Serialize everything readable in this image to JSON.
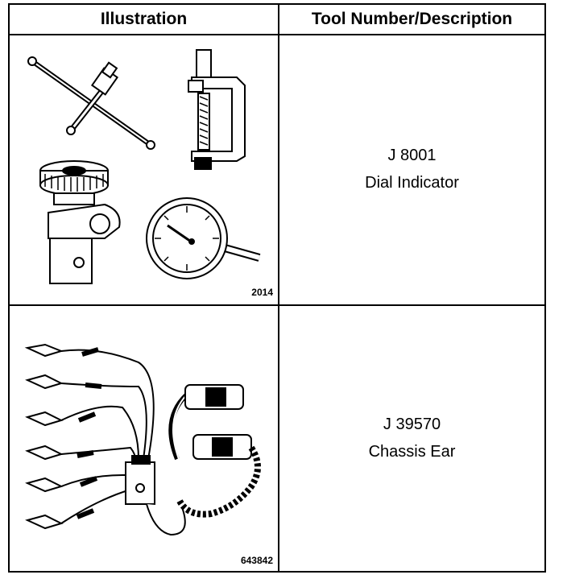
{
  "table": {
    "headers": {
      "illustration": "Illustration",
      "tool": "Tool Number/Description"
    },
    "rows": [
      {
        "figure_number": "2014",
        "tool_number": "J 8001",
        "description": "Dial Indicator",
        "illustration_icons": [
          "t-handle-icon",
          "c-clamp-icon",
          "knurled-clamp-icon",
          "dial-gauge-icon"
        ]
      },
      {
        "figure_number": "643842",
        "tool_number": "J 39570",
        "description": "Chassis Ear",
        "illustration_icons": [
          "alligator-clip-leads-icon",
          "junction-box-icon",
          "headphones-icon"
        ]
      }
    ]
  }
}
